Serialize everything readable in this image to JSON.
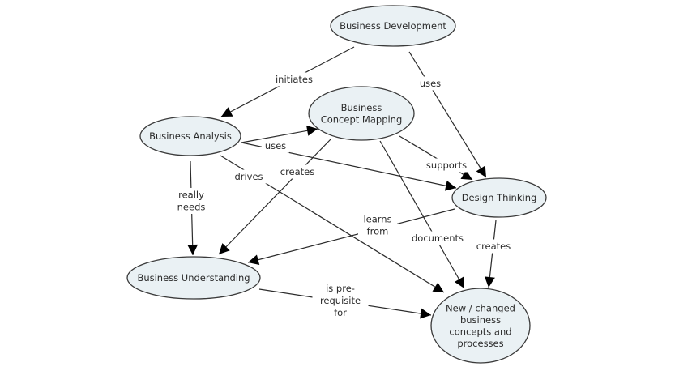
{
  "diagram": {
    "type": "concept-map",
    "colors": {
      "node_fill": "#eaf1f4",
      "node_stroke": "#3a3a3a",
      "line": "#2b2b2b",
      "text": "#2b2b2b",
      "background": "#ffffff"
    },
    "nodes": [
      {
        "id": "business-development",
        "lines": [
          "Business Development"
        ]
      },
      {
        "id": "business-analysis",
        "lines": [
          "Business Analysis"
        ]
      },
      {
        "id": "business-concept-mapping",
        "lines": [
          "Business",
          "Concept Mapping"
        ]
      },
      {
        "id": "design-thinking",
        "lines": [
          "Design Thinking"
        ]
      },
      {
        "id": "business-understanding",
        "lines": [
          "Business Understanding"
        ]
      },
      {
        "id": "new-changed-concepts",
        "lines": [
          "New / changed",
          "business",
          "concepts and",
          "processes"
        ]
      }
    ],
    "edges": [
      {
        "from": "business-development",
        "to": "business-analysis",
        "label": [
          "initiates"
        ]
      },
      {
        "from": "business-development",
        "to": "design-thinking",
        "label": [
          "uses"
        ]
      },
      {
        "from": "business-analysis",
        "to": "business-concept-mapping",
        "label": [
          "uses"
        ]
      },
      {
        "from": "business-analysis",
        "to": "design-thinking",
        "label": []
      },
      {
        "from": "business-analysis",
        "to": "business-understanding",
        "label": [
          "really",
          "needs"
        ]
      },
      {
        "from": "business-analysis",
        "to": "new-changed-concepts",
        "label": [
          "drives"
        ]
      },
      {
        "from": "business-concept-mapping",
        "to": "business-understanding",
        "label": [
          "creates"
        ]
      },
      {
        "from": "business-concept-mapping",
        "to": "design-thinking",
        "label": [
          "supports"
        ]
      },
      {
        "from": "business-concept-mapping",
        "to": "new-changed-concepts",
        "label": [
          "documents"
        ]
      },
      {
        "from": "design-thinking",
        "to": "business-understanding",
        "label": [
          "learns",
          "from"
        ]
      },
      {
        "from": "design-thinking",
        "to": "new-changed-concepts",
        "label": [
          "creates"
        ]
      },
      {
        "from": "business-understanding",
        "to": "new-changed-concepts",
        "label": [
          "is pre-",
          "requisite",
          "for"
        ]
      }
    ]
  }
}
